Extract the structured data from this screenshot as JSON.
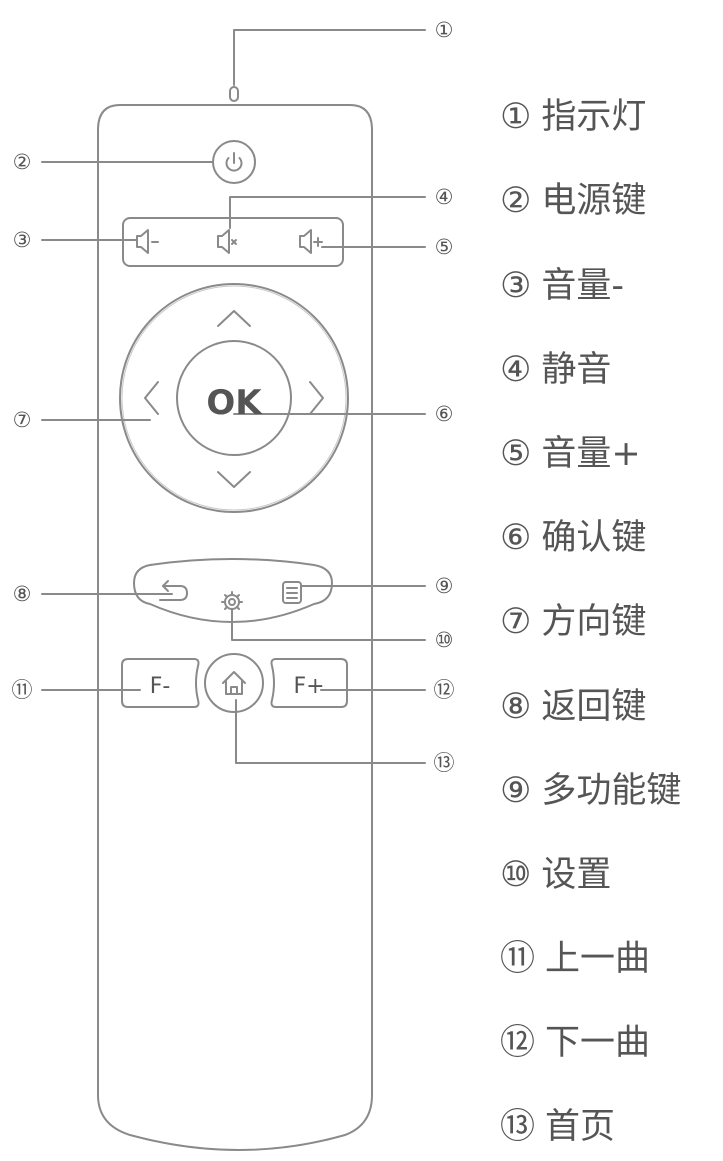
{
  "colors": {
    "line": "#8a8a8a",
    "text": "#555555",
    "background": "#ffffff"
  },
  "remote": {
    "ok_label": "OK",
    "f_minus_label": "F-",
    "f_plus_label": "F+",
    "icons": {
      "power": "power-icon",
      "vol_down": "volume-down-icon",
      "mute": "mute-icon",
      "vol_up": "volume-up-icon",
      "up": "chevron-up-icon",
      "down": "chevron-down-icon",
      "left": "chevron-left-icon",
      "right": "chevron-right-icon",
      "back": "back-arrow-icon",
      "settings": "gear-icon",
      "menu": "menu-icon",
      "home": "home-icon"
    }
  },
  "callouts": [
    "①",
    "②",
    "③",
    "④",
    "⑤",
    "⑥",
    "⑦",
    "⑧",
    "⑨",
    "⑩",
    "⑪",
    "⑫",
    "⑬"
  ],
  "legend": [
    {
      "num": "①",
      "label": "指示灯"
    },
    {
      "num": "②",
      "label": "电源键"
    },
    {
      "num": "③",
      "label": "音量-"
    },
    {
      "num": "④",
      "label": "静音"
    },
    {
      "num": "⑤",
      "label": "音量+"
    },
    {
      "num": "⑥",
      "label": "确认键"
    },
    {
      "num": "⑦",
      "label": "方向键"
    },
    {
      "num": "⑧",
      "label": "返回键"
    },
    {
      "num": "⑨",
      "label": "多功能键"
    },
    {
      "num": "⑩",
      "label": "设置"
    },
    {
      "num": "⑪",
      "label": "上一曲"
    },
    {
      "num": "⑫",
      "label": "下一曲"
    },
    {
      "num": "⑬",
      "label": "首页"
    }
  ]
}
